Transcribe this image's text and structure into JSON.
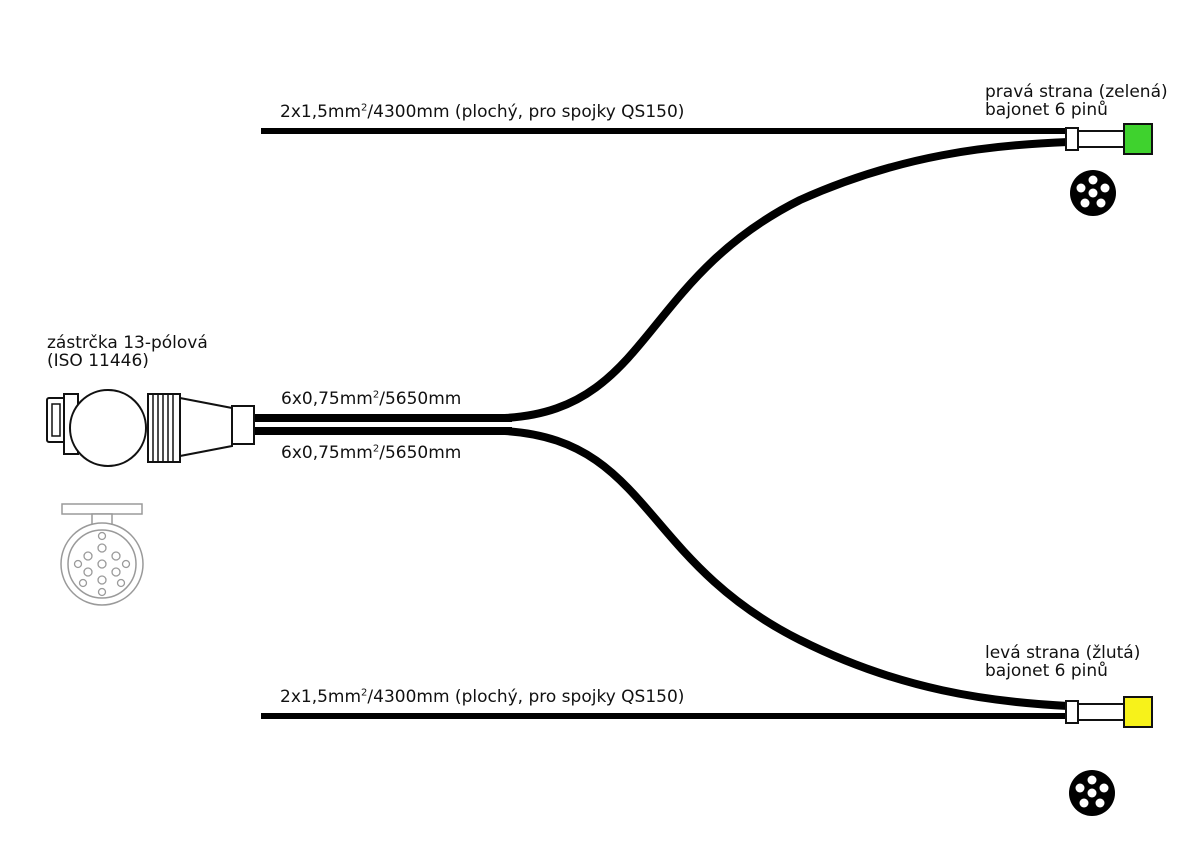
{
  "plug": {
    "title_line1": "zástrčka 13-pólová",
    "title_line2": "(ISO 11446)"
  },
  "cables": {
    "top_flat": {
      "prefix": "2x1,5mm",
      "sup": "2",
      "suffix": "/4300mm (plochý, pro spojky QS150)"
    },
    "bottom_flat": {
      "prefix": "2x1,5mm",
      "sup": "2",
      "suffix": "/4300mm (plochý, pro spojky QS150)"
    },
    "main_upper": {
      "prefix": "6x0,75mm",
      "sup": "2",
      "suffix": "/5650mm"
    },
    "main_lower": {
      "prefix": "6x0,75mm",
      "sup": "2",
      "suffix": "/5650mm"
    }
  },
  "right_side": {
    "line1": "pravá  strana (zelená)",
    "line2": "bajonet 6 pinů",
    "color": "#3fd22e"
  },
  "left_side": {
    "line1": "levá  strana (žlutá)",
    "line2": "bajonet 6 pinů",
    "color": "#f7f21a"
  }
}
